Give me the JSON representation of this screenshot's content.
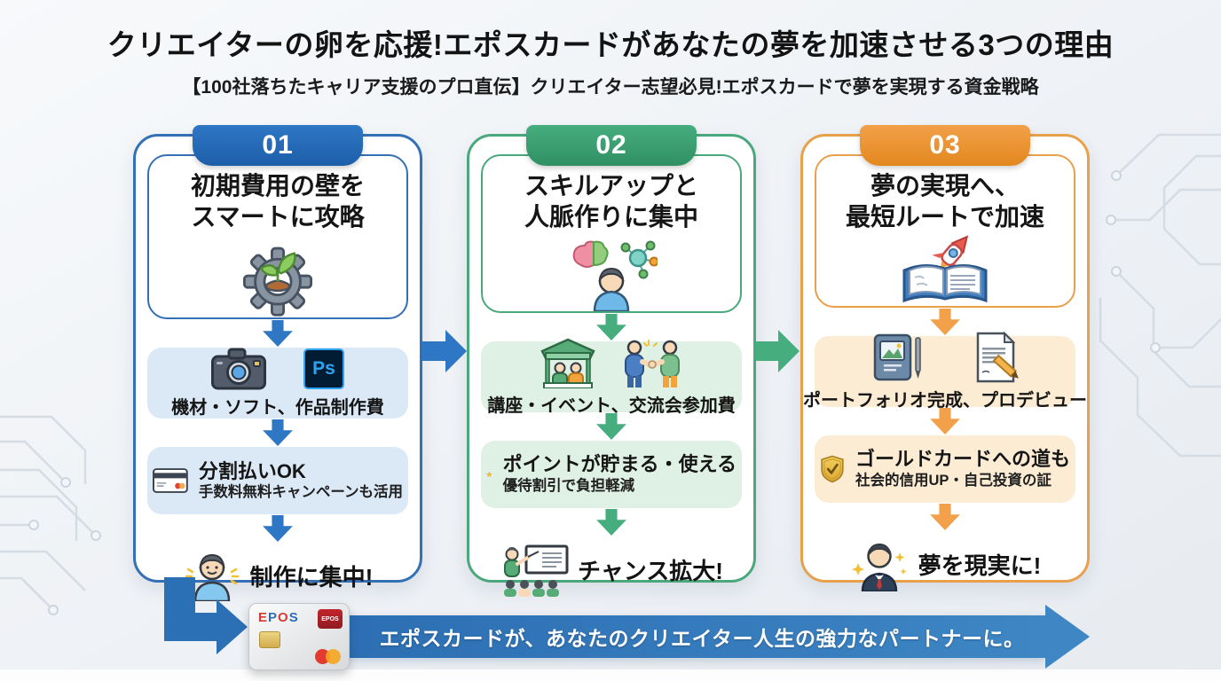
{
  "header": {
    "title": "クリエイターの卵を応援!エポスカードがあなたの夢を加速させる3つの理由",
    "subtitle": "【100社落ちたキャリア支援のプロ直伝】クリエイター志望必見!エポスカードで夢を実現する資金戦略"
  },
  "palette": {
    "step1_blue": "#2e77c5",
    "step2_green": "#46ad7e",
    "step3_orange": "#f2a049",
    "step1_light": "#dbe9f6",
    "step2_light": "#dff0e4",
    "step3_light": "#fdecd4",
    "banner_blue": "#3e86c4"
  },
  "columns": [
    {
      "number": "01",
      "accent": "#2e77c5",
      "heading_line1": "初期費用の壁を",
      "heading_line2": "スマートに攻略",
      "header_icon": "gear-sprout-icon",
      "expense_box": {
        "label": "機材・ソフト、作品制作費",
        "icons": [
          "camera-icon",
          "photoshop-icon"
        ],
        "ps_label": "Ps"
      },
      "benefit_box": {
        "title": "分割払いOK",
        "subtitle": "手数料無料キャンペーンも活用",
        "icon": "credit-card-icon"
      },
      "result": {
        "label": "制作に集中!",
        "icon": "happy-person-icon"
      }
    },
    {
      "number": "02",
      "accent": "#46ad7e",
      "heading_line1": "スキルアップと",
      "heading_line2": "人脈作りに集中",
      "header_icon": "brain-network-person-icon",
      "expense_box": {
        "label": "講座・イベント、交流会参加費",
        "icons": [
          "workshop-booth-icon",
          "handshake-icon"
        ]
      },
      "benefit_box": {
        "title": "ポイントが貯まる・使える",
        "subtitle": "優待割引で負担軽減",
        "icon": "star-icon"
      },
      "result": {
        "label": "チャンス拡大!",
        "icon": "presenter-icon"
      }
    },
    {
      "number": "03",
      "accent": "#f2a049",
      "heading_line1": "夢の実現へ、",
      "heading_line2": "最短ルートで加速",
      "header_icon": "book-rocket-icon",
      "expense_box": {
        "label": "ポートフォリオ完成、プロデビュー",
        "icons": [
          "portfolio-book-icon",
          "document-pen-icon"
        ]
      },
      "benefit_box": {
        "title": "ゴールドカードへの道も",
        "subtitle": "社会的信用UP・自己投資の証",
        "icon": "shield-check-icon"
      },
      "result": {
        "label": "夢を現実に!",
        "icon": "businessman-icon"
      }
    }
  ],
  "footer": {
    "banner_text": "エポスカードが、あなたのクリエイター人生の強力なパートナーに。",
    "card": {
      "logo_letters": [
        "E",
        "P",
        "O",
        "S"
      ],
      "badge_text": "EPOS"
    }
  }
}
